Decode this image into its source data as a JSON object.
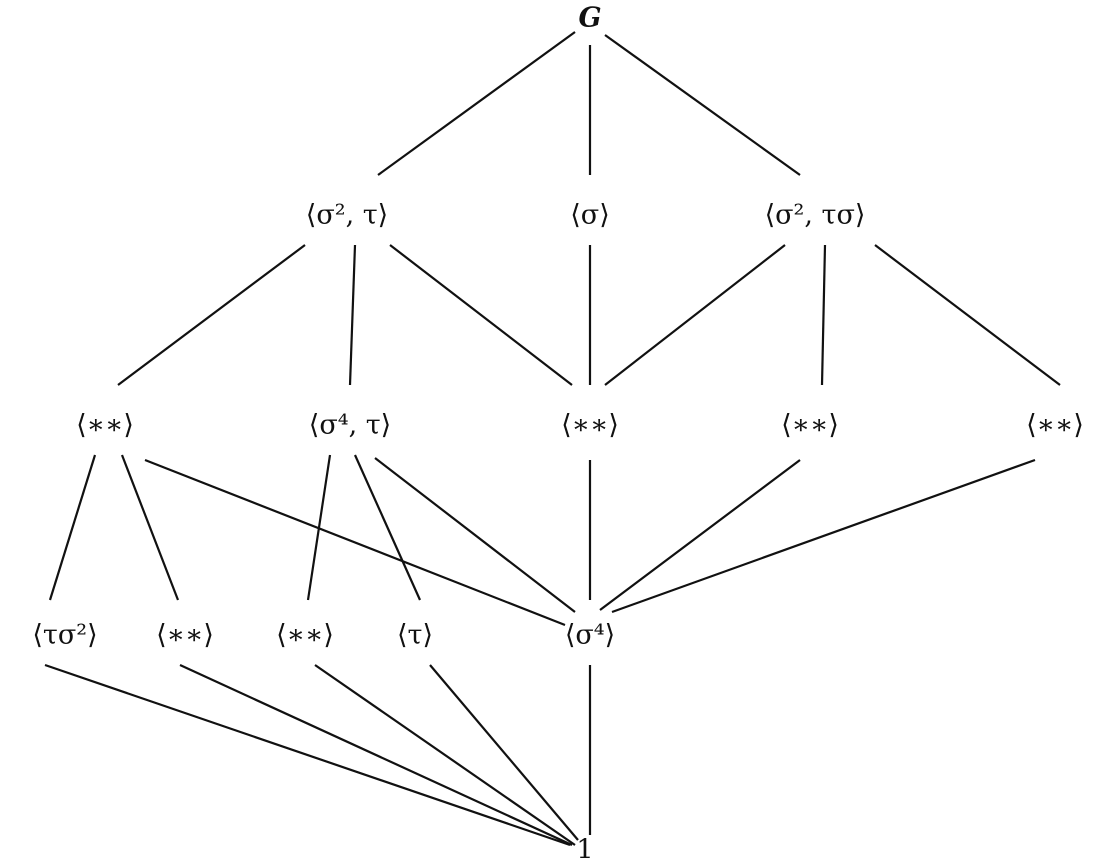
{
  "diagram": {
    "type": "subgroup-lattice",
    "nodes": [
      {
        "id": "G",
        "label": "G"
      },
      {
        "id": "s2t",
        "label": "⟨σ², τ⟩"
      },
      {
        "id": "s",
        "label": "⟨σ⟩"
      },
      {
        "id": "s2ts",
        "label": "⟨σ², τσ⟩"
      },
      {
        "id": "a1",
        "label": "⟨∗∗⟩"
      },
      {
        "id": "s4t",
        "label": "⟨σ⁴, τ⟩"
      },
      {
        "id": "a2",
        "label": "⟨∗∗⟩"
      },
      {
        "id": "a3",
        "label": "⟨∗∗⟩"
      },
      {
        "id": "a4",
        "label": "⟨∗∗⟩"
      },
      {
        "id": "ts2",
        "label": "⟨τσ²⟩"
      },
      {
        "id": "b1",
        "label": "⟨∗∗⟩"
      },
      {
        "id": "b2",
        "label": "⟨∗∗⟩"
      },
      {
        "id": "t",
        "label": "⟨τ⟩"
      },
      {
        "id": "s4",
        "label": "⟨σ⁴⟩"
      },
      {
        "id": "one",
        "label": "1"
      }
    ],
    "edges": [
      [
        "G",
        "s2t"
      ],
      [
        "G",
        "s"
      ],
      [
        "G",
        "s2ts"
      ],
      [
        "s2t",
        "a1"
      ],
      [
        "s2t",
        "s4t"
      ],
      [
        "s2t",
        "a2"
      ],
      [
        "s",
        "a2"
      ],
      [
        "s2ts",
        "a2"
      ],
      [
        "s2ts",
        "a3"
      ],
      [
        "s2ts",
        "a4"
      ],
      [
        "a1",
        "ts2"
      ],
      [
        "a1",
        "b1"
      ],
      [
        "a1",
        "s4"
      ],
      [
        "s4t",
        "b2"
      ],
      [
        "s4t",
        "t"
      ],
      [
        "s4t",
        "s4"
      ],
      [
        "a2",
        "s4"
      ],
      [
        "a3",
        "s4"
      ],
      [
        "a4",
        "s4"
      ],
      [
        "ts2",
        "one"
      ],
      [
        "b1",
        "one"
      ],
      [
        "b2",
        "one"
      ],
      [
        "t",
        "one"
      ],
      [
        "s4",
        "one"
      ]
    ]
  }
}
